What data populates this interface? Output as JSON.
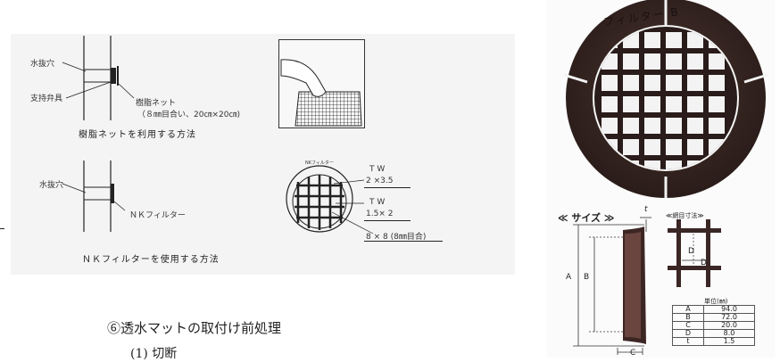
{
  "method1": {
    "label_drain_hole": "水抜穴",
    "label_support": "支持弁具",
    "label_net": "樹脂ネット",
    "label_net_spec": "（８㎜目合い、20㎝×20㎝)",
    "caption": "樹脂ネットを利用する方法"
  },
  "method2": {
    "label_drain_hole": "水抜穴",
    "label_filter": "ＮＫフィルター",
    "caption": "ＮＫフィルターを使用する方法"
  },
  "filter_dims": {
    "tw1_header": "T  W",
    "tw1_value": "2 ×3.5",
    "tw2_header": "T  W",
    "tw2_value": "1.5× 2",
    "mesh": "8 × 8 (8㎜目合)",
    "small_label": "NKフィルター"
  },
  "section": {
    "heading": "⑥透水マットの取付け前処理",
    "sub": "(1) 切断"
  },
  "product": {
    "ring_text": "フィルター B",
    "size_title": "≪ サイズ ≫",
    "mesh_title": "≪網目寸法≫",
    "dim_t": "t",
    "dim_a": "A",
    "dim_b": "B",
    "dim_c": "C",
    "dim_d1": "D",
    "dim_d2": "D",
    "unit": "単位(㎜)"
  },
  "spec_table": [
    {
      "key": "A",
      "value": "94.0"
    },
    {
      "key": "B",
      "value": "72.0"
    },
    {
      "key": "C",
      "value": "20.0"
    },
    {
      "key": "D",
      "value": "8.0"
    },
    {
      "key": "t",
      "value": "1.5"
    }
  ],
  "colors": {
    "filter_body": "#3a2a26",
    "filter_dark": "#1e1412",
    "profile": "#4a302c"
  }
}
